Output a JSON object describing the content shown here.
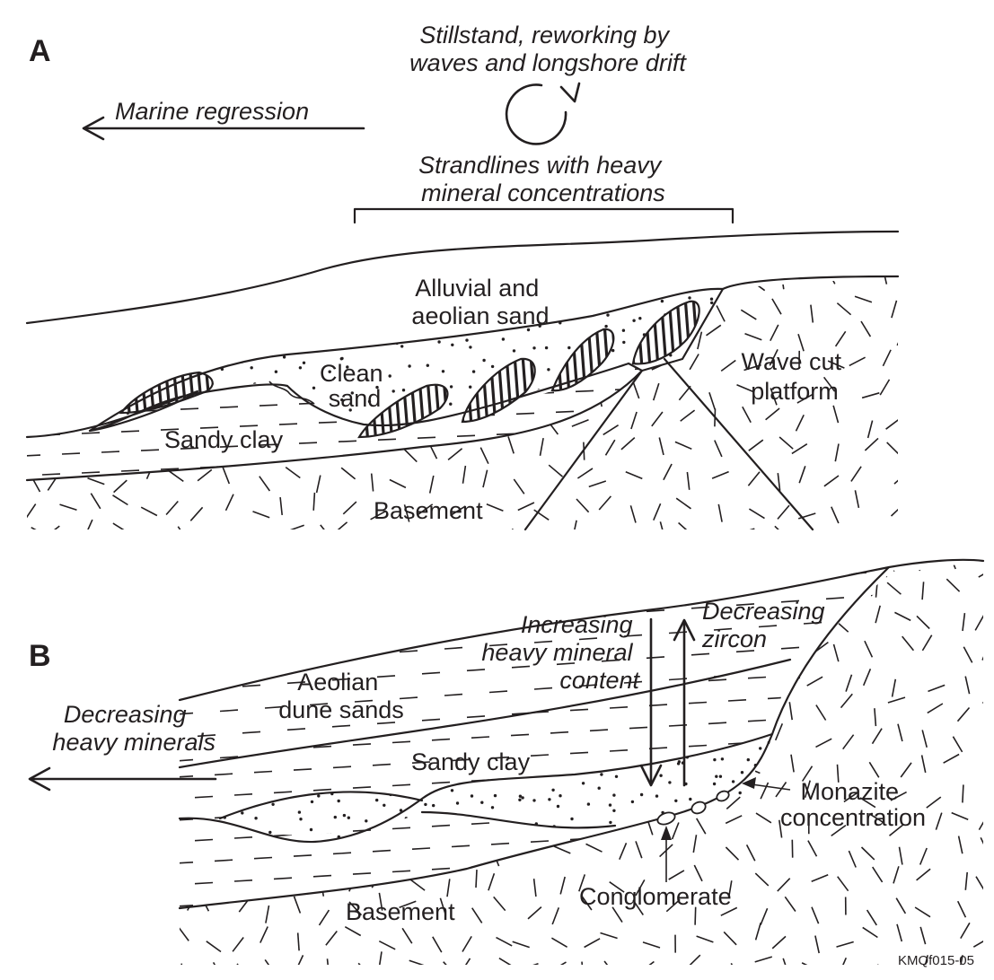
{
  "panels": {
    "a": {
      "letter": "A",
      "stillstand": [
        "Stillstand, reworking by",
        "waves and longshore drift"
      ],
      "regression": "Marine regression",
      "strandlines": [
        "Strandlines with heavy",
        "mineral concentrations"
      ],
      "alluvial": [
        "Alluvial and",
        "aeolian sand"
      ],
      "clean_sand": [
        "Clean",
        "sand"
      ],
      "wave_cut": [
        "Wave cut",
        "platform"
      ],
      "sandy_clay": "Sandy clay",
      "basement": "Basement"
    },
    "b": {
      "letter": "B",
      "increasing": [
        "Increasing",
        "heavy mineral",
        "content"
      ],
      "decreasing_zircon": [
        "Decreasing",
        "zircon"
      ],
      "aeolian": [
        "Aeolian",
        "dune sands"
      ],
      "decreasing_heavy": [
        "Decreasing",
        "heavy minerals"
      ],
      "sandy_clay": "Sandy clay",
      "monazite": [
        "Monazite",
        "concentration"
      ],
      "conglomerate": "Conglomerate",
      "basement": "Basement"
    }
  },
  "figure_code": "KMQf015-05"
}
